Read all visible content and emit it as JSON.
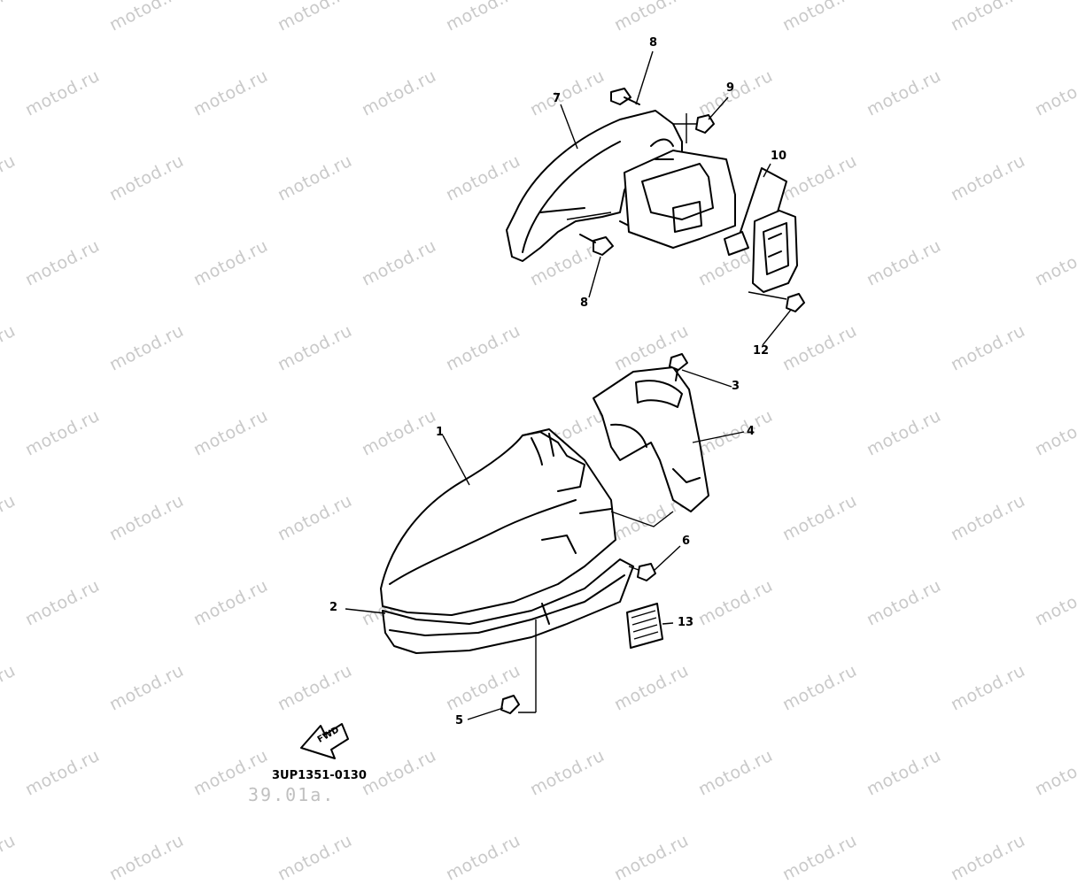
{
  "watermark": {
    "text": "motod.ru"
  },
  "callouts": [
    {
      "id": "1",
      "label": "1"
    },
    {
      "id": "2",
      "label": "2"
    },
    {
      "id": "3",
      "label": "3"
    },
    {
      "id": "4",
      "label": "4"
    },
    {
      "id": "5",
      "label": "5"
    },
    {
      "id": "6",
      "label": "6"
    },
    {
      "id": "7",
      "label": "7"
    },
    {
      "id": "8a",
      "label": "8"
    },
    {
      "id": "8b",
      "label": "8"
    },
    {
      "id": "9",
      "label": "9"
    },
    {
      "id": "10",
      "label": "10"
    },
    {
      "id": "12",
      "label": "12"
    },
    {
      "id": "13",
      "label": "13"
    }
  ],
  "fwd_label": "FWD",
  "diagram_code": "3UP1351-0130",
  "diagram_code_faint": "39.01a."
}
